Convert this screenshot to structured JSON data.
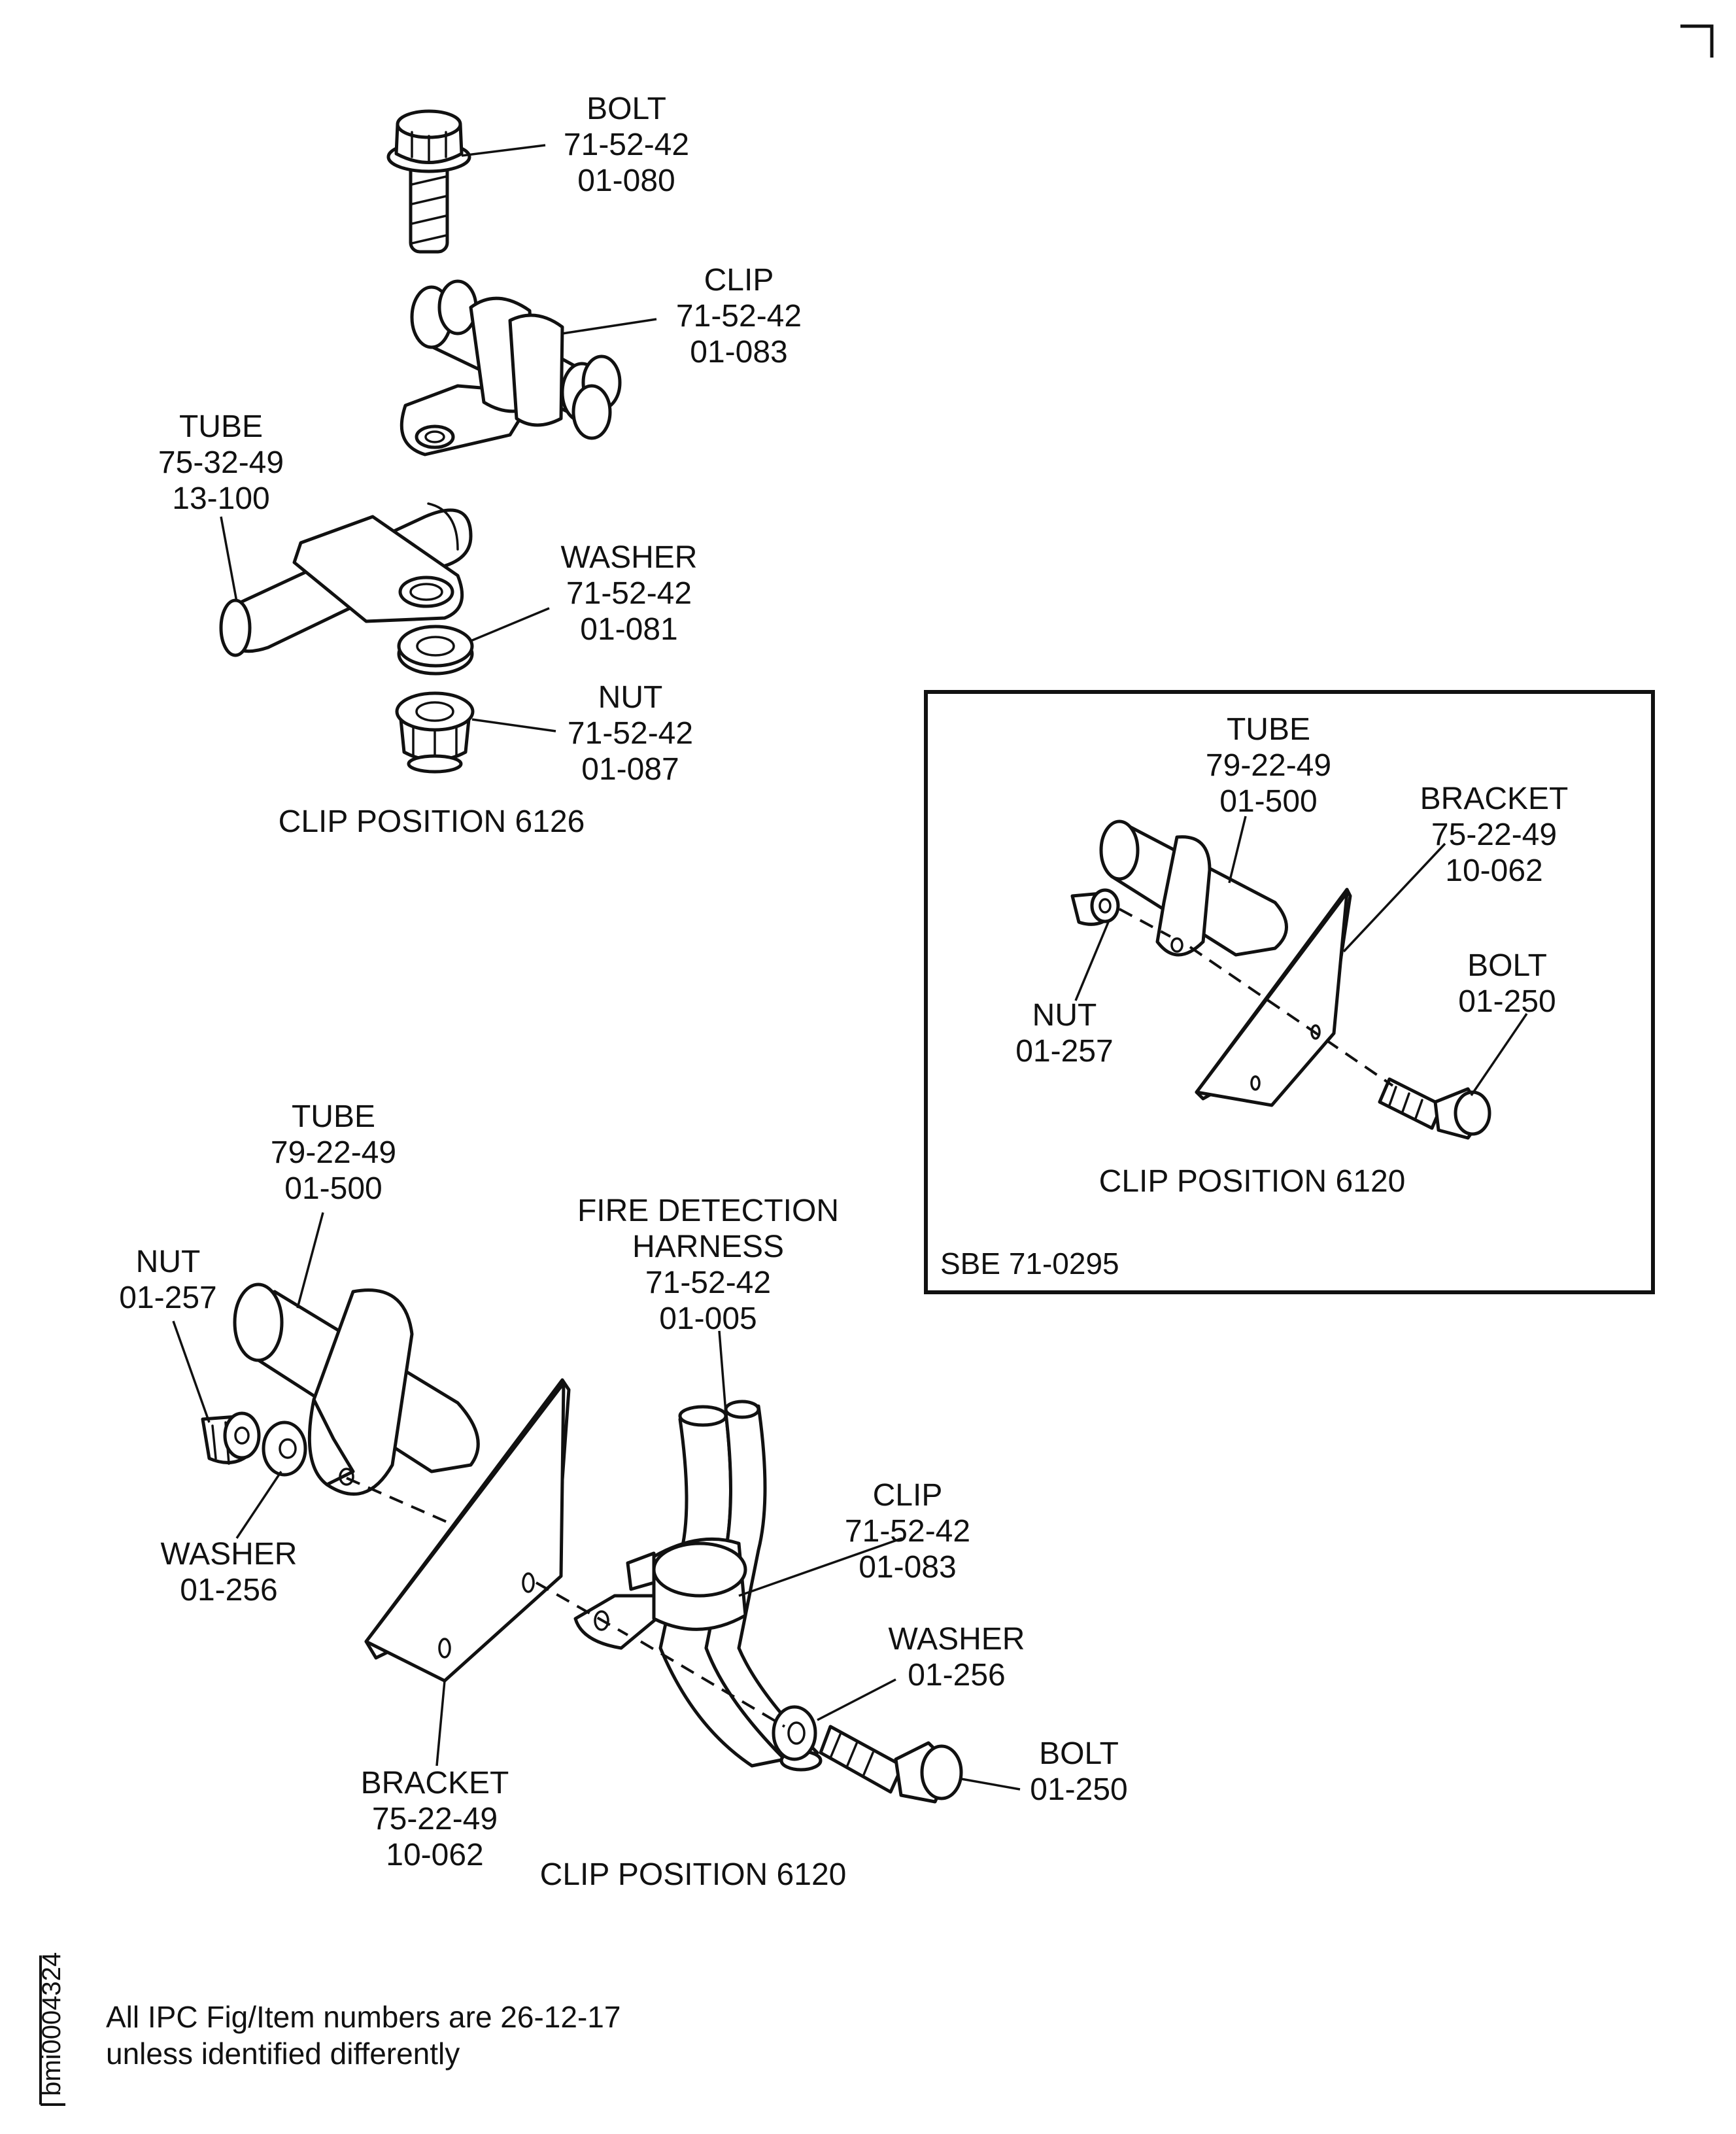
{
  "top_assembly": {
    "bolt": {
      "name": "BOLT",
      "ref": "71-52-42",
      "item": "01-080"
    },
    "clip": {
      "name": "CLIP",
      "ref": "71-52-42",
      "item": "01-083"
    },
    "tube": {
      "name": "TUBE",
      "ref": "75-32-49",
      "item": "13-100"
    },
    "washer": {
      "name": "WASHER",
      "ref": "71-52-42",
      "item": "01-081"
    },
    "nut": {
      "name": "NUT",
      "ref": "71-52-42",
      "item": "01-087"
    },
    "caption": "CLIP POSITION 6126"
  },
  "inset": {
    "tube": {
      "name": "TUBE",
      "ref": "79-22-49",
      "item": "01-500"
    },
    "bracket": {
      "name": "BRACKET",
      "ref": "75-22-49",
      "item": "10-062"
    },
    "nut": {
      "name": "NUT",
      "item": "01-257"
    },
    "bolt": {
      "name": "BOLT",
      "item": "01-250"
    },
    "caption": "CLIP POSITION 6120",
    "sbe": "SBE 71-0295"
  },
  "bottom_assembly": {
    "tube": {
      "name": "TUBE",
      "ref": "79-22-49",
      "item": "01-500"
    },
    "nut": {
      "name": "NUT",
      "item": "01-257"
    },
    "washer_left": {
      "name": "WASHER",
      "item": "01-256"
    },
    "harness": {
      "name_line1": "FIRE DETECTION",
      "name_line2": "HARNESS",
      "ref": "71-52-42",
      "item": "01-005"
    },
    "clip": {
      "name": "CLIP",
      "ref": "71-52-42",
      "item": "01-083"
    },
    "washer_right": {
      "name": "WASHER",
      "item": "01-256"
    },
    "bolt": {
      "name": "BOLT",
      "item": "01-250"
    },
    "bracket": {
      "name": "BRACKET",
      "ref": "75-22-49",
      "item": "10-062"
    },
    "caption": "CLIP POSITION 6120"
  },
  "footnote": {
    "line1": "All IPC Fig/Item numbers are 26-12-17",
    "line2": "unless identified differently"
  },
  "figure_id": "bmi0004324"
}
